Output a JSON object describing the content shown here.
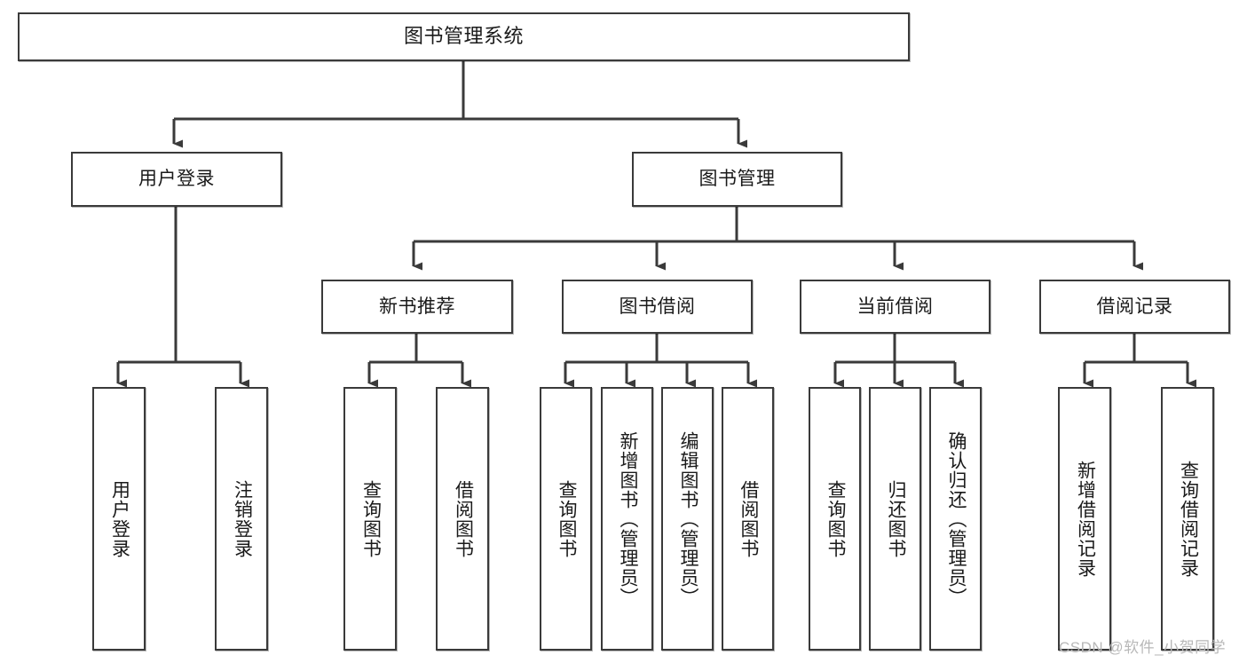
{
  "diagram": {
    "type": "hierarchy-tree",
    "title": "图书管理系统",
    "watermark": "CSDN @软件_小贺同学",
    "colors": {
      "box_border": "#3a3a3a",
      "box_fill": "#ffffff",
      "edge": "#3a3a3a",
      "text": "#1a1a1a",
      "watermark": "#b8b8b8"
    },
    "levels": {
      "root": "图书管理系统",
      "level2": [
        "用户登录",
        "图书管理"
      ],
      "level3": [
        "新书推荐",
        "图书借阅",
        "当前借阅",
        "借阅记录"
      ]
    },
    "nodes": {
      "root": "图书管理系统",
      "user_login": "用户登录",
      "book_manage": "图书管理",
      "new_book_rec": "新书推荐",
      "book_borrow": "图书借阅",
      "current_borrow": "当前借阅",
      "borrow_record": "借阅记录",
      "leaf_user_login": "用户登录",
      "leaf_logout": "注销登录",
      "leaf_query_book_1": "查询图书",
      "leaf_borrow_book_1": "借阅图书",
      "leaf_query_book_2": "查询图书",
      "leaf_add_book_admin": "新增图书（管理员）",
      "leaf_edit_book_admin": "编辑图书（管理员）",
      "leaf_borrow_book_2": "借阅图书",
      "leaf_query_book_3": "查询图书",
      "leaf_return_book": "归还图书",
      "leaf_confirm_return_admin": "确认归还（管理员）",
      "leaf_add_borrow_record": "新增借阅记录",
      "leaf_query_borrow_record": "查询借阅记录"
    },
    "edges": [
      {
        "from": "root",
        "to": "user_login"
      },
      {
        "from": "root",
        "to": "book_manage"
      },
      {
        "from": "book_manage",
        "to": "new_book_rec"
      },
      {
        "from": "book_manage",
        "to": "book_borrow"
      },
      {
        "from": "book_manage",
        "to": "current_borrow"
      },
      {
        "from": "book_manage",
        "to": "borrow_record"
      },
      {
        "from": "user_login",
        "to": "leaf_user_login"
      },
      {
        "from": "user_login",
        "to": "leaf_logout"
      },
      {
        "from": "new_book_rec",
        "to": "leaf_query_book_1"
      },
      {
        "from": "new_book_rec",
        "to": "leaf_borrow_book_1"
      },
      {
        "from": "book_borrow",
        "to": "leaf_query_book_2"
      },
      {
        "from": "book_borrow",
        "to": "leaf_add_book_admin"
      },
      {
        "from": "book_borrow",
        "to": "leaf_edit_book_admin"
      },
      {
        "from": "book_borrow",
        "to": "leaf_borrow_book_2"
      },
      {
        "from": "current_borrow",
        "to": "leaf_query_book_3"
      },
      {
        "from": "current_borrow",
        "to": "leaf_return_book"
      },
      {
        "from": "current_borrow",
        "to": "leaf_confirm_return_admin"
      },
      {
        "from": "borrow_record",
        "to": "leaf_add_borrow_record"
      },
      {
        "from": "borrow_record",
        "to": "leaf_query_borrow_record"
      }
    ]
  }
}
